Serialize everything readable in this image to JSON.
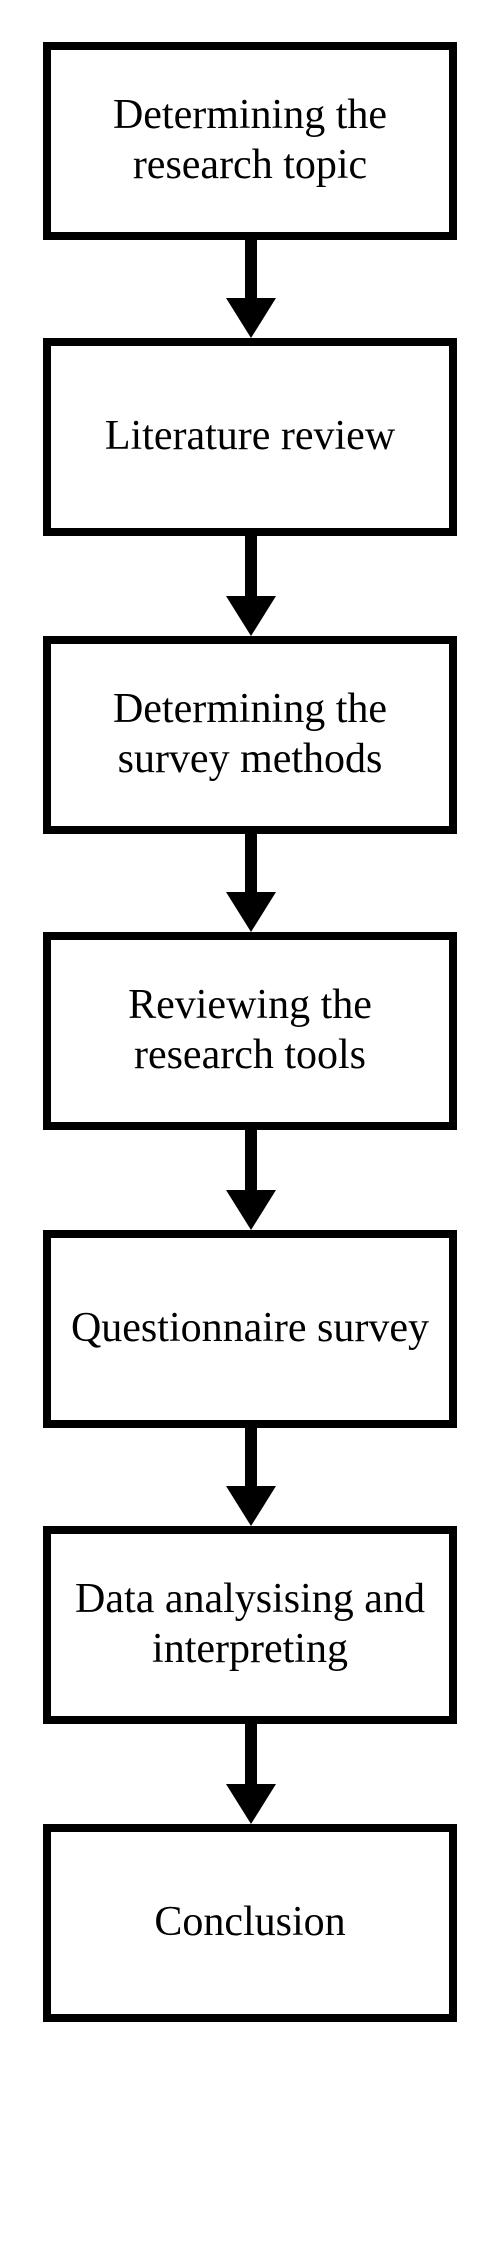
{
  "steps": [
    {
      "label": "Determining the research topic"
    },
    {
      "label": "Literature review"
    },
    {
      "label": "Determining the survey methods"
    },
    {
      "label": "Reviewing the research tools"
    },
    {
      "label": "Questionnaire survey"
    },
    {
      "label": "Data analysising and interpreting"
    },
    {
      "label": "Conclusion"
    }
  ],
  "colors": {
    "border": "#000000",
    "arrow": "#000000",
    "background": "#ffffff",
    "text": "#000000"
  }
}
